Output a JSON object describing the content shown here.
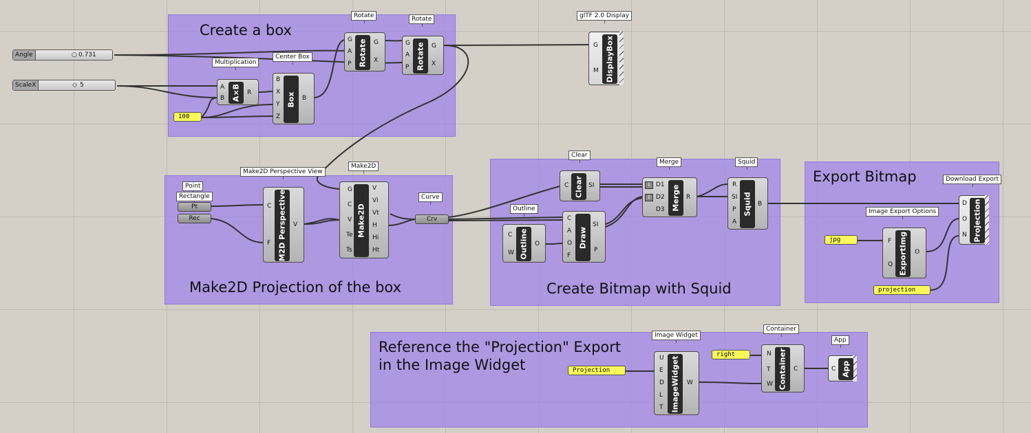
{
  "groups": {
    "create_box": "Create a box",
    "make2d": "Make2D Projection of the box",
    "bitmap": "Create Bitmap with Squid",
    "export": "Export Bitmap",
    "reference_line1": "Reference the \"Projection\" Export",
    "reference_line2": "in the Image Widget"
  },
  "sliders": {
    "angle": {
      "label": "Angle",
      "value": "0.731"
    },
    "scalex": {
      "label": "ScaleX",
      "value": "5"
    }
  },
  "panels": {
    "hundred": "100",
    "jpg": "jpg",
    "projection_lower": "projection",
    "right": "right",
    "projection_upper": "Projection"
  },
  "components": {
    "multiplication": {
      "tag": "Multiplication",
      "name": "A×B",
      "inputs": [
        "A",
        "B"
      ],
      "outputs": [
        "R"
      ]
    },
    "box": {
      "tag": "Center Box",
      "name": "Box",
      "inputs": [
        "B",
        "X",
        "Y",
        "Z"
      ],
      "outputs": [
        "B"
      ]
    },
    "rotate1": {
      "tag": "Rotate",
      "name": "Rotate",
      "inputs": [
        "G",
        "A",
        "P"
      ],
      "outputs": [
        "G",
        "X"
      ]
    },
    "rotate2": {
      "tag": "Rotate",
      "name": "Rotate",
      "inputs": [
        "G",
        "A",
        "P"
      ],
      "outputs": [
        "G",
        "X"
      ]
    },
    "displaybox": {
      "tag": "glTF 2.0 Display",
      "name": "DisplayBox",
      "inputs": [
        "G",
        "M"
      ]
    },
    "m2d_perspective": {
      "tag": "Make2D Perspective View",
      "name": "M2D Perspective",
      "inputs": [
        "C",
        "F"
      ],
      "outputs": [
        "V"
      ]
    },
    "make2d": {
      "tag": "Make2D",
      "name": "Make2D",
      "inputs": [
        "G",
        "C",
        "V",
        "Te",
        "Ts"
      ],
      "outputs": [
        "V",
        "Vi",
        "Vt",
        "H",
        "Hi",
        "Ht"
      ]
    },
    "clear": {
      "tag": "Clear",
      "name": "Clear",
      "inputs": [
        "C"
      ],
      "outputs": [
        "SI"
      ]
    },
    "merge": {
      "tag": "Merge",
      "name": "Merge",
      "inputs": [
        "D1",
        "D2",
        "D3"
      ],
      "outputs": [
        "R"
      ]
    },
    "outline": {
      "tag": "Outline",
      "name": "Outline",
      "inputs": [
        "C",
        "W"
      ],
      "outputs": [
        "O"
      ]
    },
    "draw": {
      "tag": "",
      "name": "Draw",
      "inputs": [
        "C",
        "A",
        "O",
        "F"
      ],
      "outputs": [
        "SI",
        "P"
      ]
    },
    "squid": {
      "tag": "Squid",
      "name": "Squid",
      "inputs": [
        "R",
        "SI",
        "P",
        "A"
      ],
      "outputs": [
        "B"
      ]
    },
    "projection": {
      "tag": "Download Export",
      "name": "Projection",
      "inputs": [
        "D",
        "O",
        "N"
      ]
    },
    "exportimg": {
      "tag": "Image Export Options",
      "name": "ExportImg",
      "inputs": [
        "F",
        "Q"
      ],
      "outputs": [
        "O"
      ]
    },
    "imagewidget": {
      "tag": "Image Widget",
      "name": "ImageWidget",
      "inputs": [
        "U",
        "E",
        "D",
        "L",
        "T"
      ],
      "outputs": [
        "W"
      ]
    },
    "container": {
      "tag": "Container",
      "name": "Container",
      "inputs": [
        "N",
        "T",
        "W"
      ],
      "outputs": [
        "C"
      ]
    },
    "app": {
      "tag": "App",
      "name": "App",
      "inputs": [
        "C"
      ]
    }
  },
  "params": {
    "pt": {
      "tag": "Point",
      "label": "Pt"
    },
    "rec": {
      "tag": "Rectangle",
      "label": "Rec"
    },
    "crv": {
      "tag": "Curve",
      "label": "Crv"
    }
  },
  "colors": {
    "group_fill": "#a082eb",
    "canvas": "#d4d0c8",
    "panel_yellow": "#f8f85a",
    "wire": "#333333"
  }
}
